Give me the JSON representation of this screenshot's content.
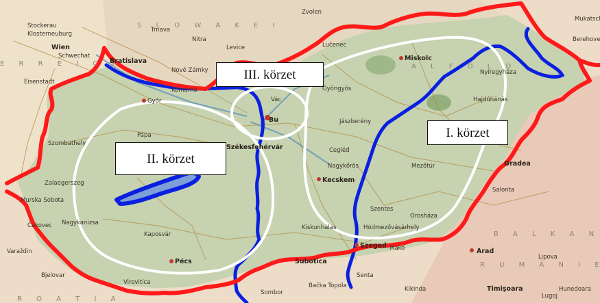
{
  "map": {
    "district_labels": {
      "district_1": "I. körzet",
      "district_2": "II. körzet",
      "district_3": "III. körzet"
    },
    "place_labels": {
      "wien": "Wien",
      "bratislava": "Bratislava",
      "miskolc": "Miskolc",
      "budapest": "Bu",
      "kecskemet": "Kecskem",
      "szeged": "Szeged",
      "pecs": "Pécs",
      "zalaegerszeg": "Zalaegerszeg",
      "kaposvar": "Kaposvár",
      "nagykanizsa": "Nagykanizsa",
      "papa": "Pápa",
      "szombathely": "Szombathely",
      "gyongyos": "Gyöngyös",
      "jaszbereny": "Jászberény",
      "cegled": "Cegléd",
      "nagykoros": "Nagykőrös",
      "mezotur": "Mezőtúr",
      "oradea": "Oradea",
      "arad": "Arad",
      "hodmezovasarhely": "Hódmezővásárhely",
      "szentes": "Szentes",
      "oroshaza": "Orosháza",
      "debrecen_area": "Hajdúnánás",
      "nyiregyhaza": "Nyíregyháza",
      "kiskunhalas": "Kiskunhalas",
      "subotica": "Subotica",
      "szekesfehervar": "Székesfehérvár",
      "vac": "Vác",
      "gyor": "Győr",
      "murska_sobota": "Murska Sobota",
      "cakovec": "Čakovec",
      "varazdin": "Varaždin",
      "bjelovar": "Bjelovar",
      "virovitica": "Virovitica",
      "sombor": "Sombor",
      "backa_topola": "Bačka Topola",
      "timisoara": "Timişoara",
      "lugoj": "Lugoj",
      "hunedoara": "Hunedoara",
      "lipova": "Lipova",
      "salonta": "Salonta",
      "kikinda": "Kikinda",
      "makó": "Makó",
      "senta": "Senta",
      "zvolen": "Zvolen",
      "lucenec": "Lučenec",
      "trnava": "Trnava",
      "nitra": "Nitra",
      "levice": "Levice",
      "nove_zamky": "Nové Zámky",
      "komarno": "Komárno",
      "stockerau": "Stockerau",
      "klosterneuburg": "Klosterneuburg",
      "schwechat": "Schwechat",
      "eisenstadt": "Eisenstadt",
      "berehove": "Berehove",
      "mukacheve": "Mukatsche"
    },
    "region_labels": {
      "slovakia": "S L O W A K E I",
      "austria": "E R R E I C H",
      "alfold": "A L F Ö L D",
      "balkan": "B A L K A N H A L B I N",
      "rumanien": "R U M Ä N I E N",
      "croatia": "R O A T I A"
    },
    "colors": {
      "border_red": "#ff1a1a",
      "river_blue": "#0a20e0",
      "district_outline": "#ffffff",
      "hungary_fill": "#c6d2b0",
      "neighbor_fill": "#ecdcc8"
    }
  }
}
